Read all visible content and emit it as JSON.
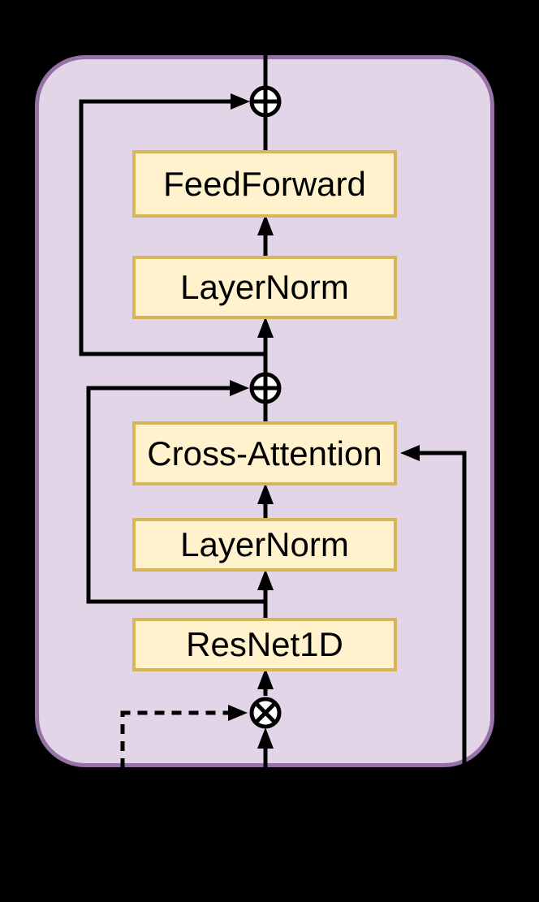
{
  "diagram": {
    "title": "transformer-decoder-block",
    "nodes": [
      {
        "id": "feedforward",
        "label": "FeedForward"
      },
      {
        "id": "layernorm-top",
        "label": "LayerNorm"
      },
      {
        "id": "cross-attention",
        "label": "Cross-Attention"
      },
      {
        "id": "layernorm-bottom",
        "label": "LayerNorm"
      },
      {
        "id": "resnet1d",
        "label": "ResNet1D"
      }
    ],
    "operators": [
      {
        "id": "add-top",
        "symbol": "circled-plus"
      },
      {
        "id": "add-middle",
        "symbol": "circled-plus"
      },
      {
        "id": "multiply-bottom",
        "symbol": "circled-times"
      }
    ],
    "colors": {
      "background": "#000000",
      "container_fill": "#E1D5E7",
      "container_stroke": "#9673A6",
      "node_fill": "#FFF2CC",
      "node_stroke": "#D6B656",
      "line": "#000000",
      "operator_fill": "#FFFFFF"
    }
  }
}
